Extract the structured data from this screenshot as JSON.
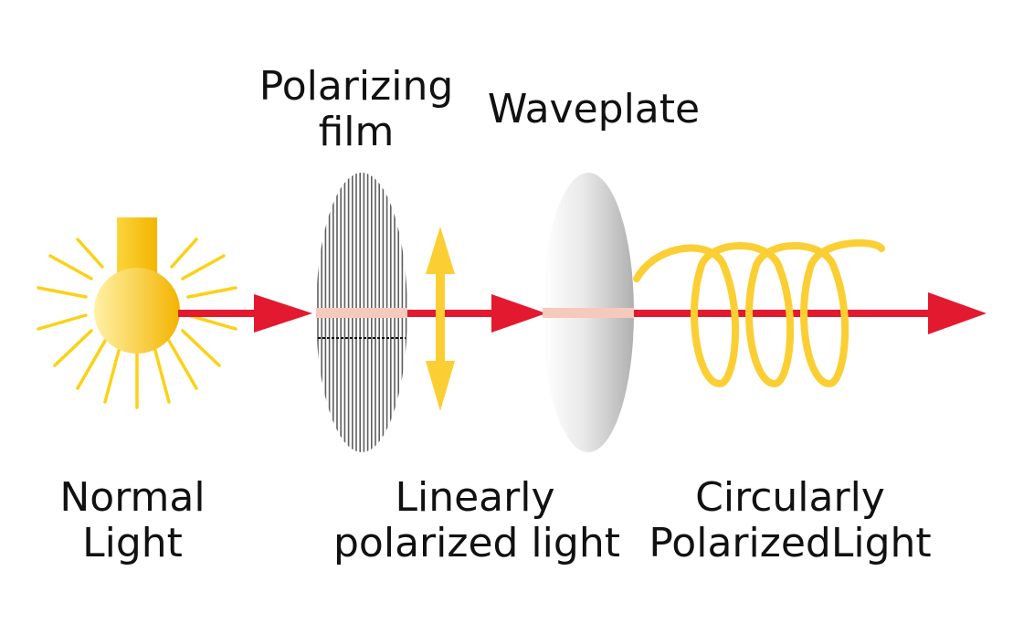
{
  "labels": {
    "polarizing_film": [
      "Polarizing",
      "film"
    ],
    "waveplate": "Waveplate",
    "normal_light": [
      "Normal",
      "Light"
    ],
    "linearly_polarized": [
      "Linearly",
      "polarized light"
    ],
    "circularly_polarized": [
      "Circularly",
      "PolarizedLight"
    ]
  },
  "colors": {
    "beam": "#e3192f",
    "bulb": "#f7c51c",
    "bulb_light": "#fde783",
    "rays": "#fcd116",
    "helix": "#fbcf33",
    "film_lines": "#5e5e5e",
    "beam_through_element": "#f6c9bd",
    "waveplate_light": "#ffffff",
    "waveplate_dark": "#b0b0b0"
  },
  "icons": {
    "light_source": "light-bulb-icon",
    "polarization_indicator": "double-arrow-icon"
  }
}
